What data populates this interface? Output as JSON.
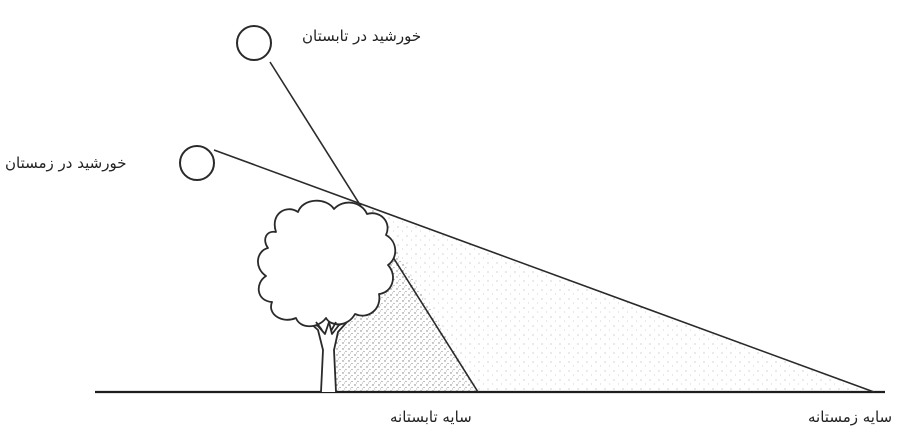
{
  "labels": {
    "summer_sun": "خورشید در تابستان",
    "winter_sun": "خورشید در زمستان",
    "summer_shadow": "سایه تابستانه",
    "winter_shadow": "سایه زمستانه"
  },
  "icons": {
    "summer_sun": "sun-circle-icon",
    "winter_sun": "sun-circle-icon",
    "tree": "tree-icon"
  }
}
